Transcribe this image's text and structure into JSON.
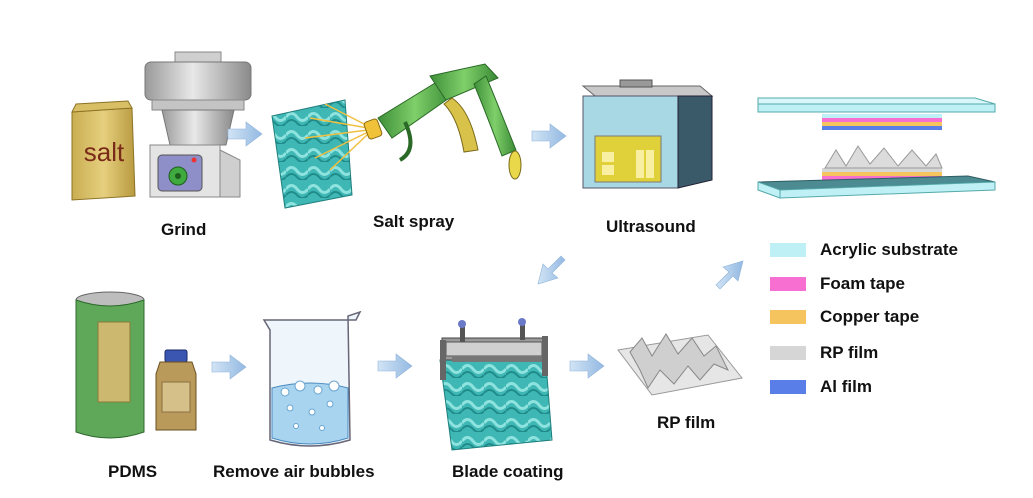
{
  "steps": {
    "grind": "Grind",
    "salt_spray": "Salt spray",
    "ultrasound": "Ultrasound",
    "pdms": "PDMS",
    "remove_air_bubbles": "Remove air bubbles",
    "blade_coating": "Blade coating",
    "rp_film": "RP film"
  },
  "salt_bag_label": "salt",
  "legend": [
    {
      "label": "Acrylic substrate",
      "color": "#bff0f5"
    },
    {
      "label": "Foam tape",
      "color": "#f76fd0"
    },
    {
      "label": "Copper tape",
      "color": "#f6c45e"
    },
    {
      "label": "RP film",
      "color": "#d6d6d6"
    },
    {
      "label": "Al film",
      "color": "#5a7ee8"
    }
  ],
  "colors": {
    "arrow": "#a9c8e8",
    "textured_surface": "#3fb7b5",
    "beaker_liquid": "#a8d4f0"
  }
}
